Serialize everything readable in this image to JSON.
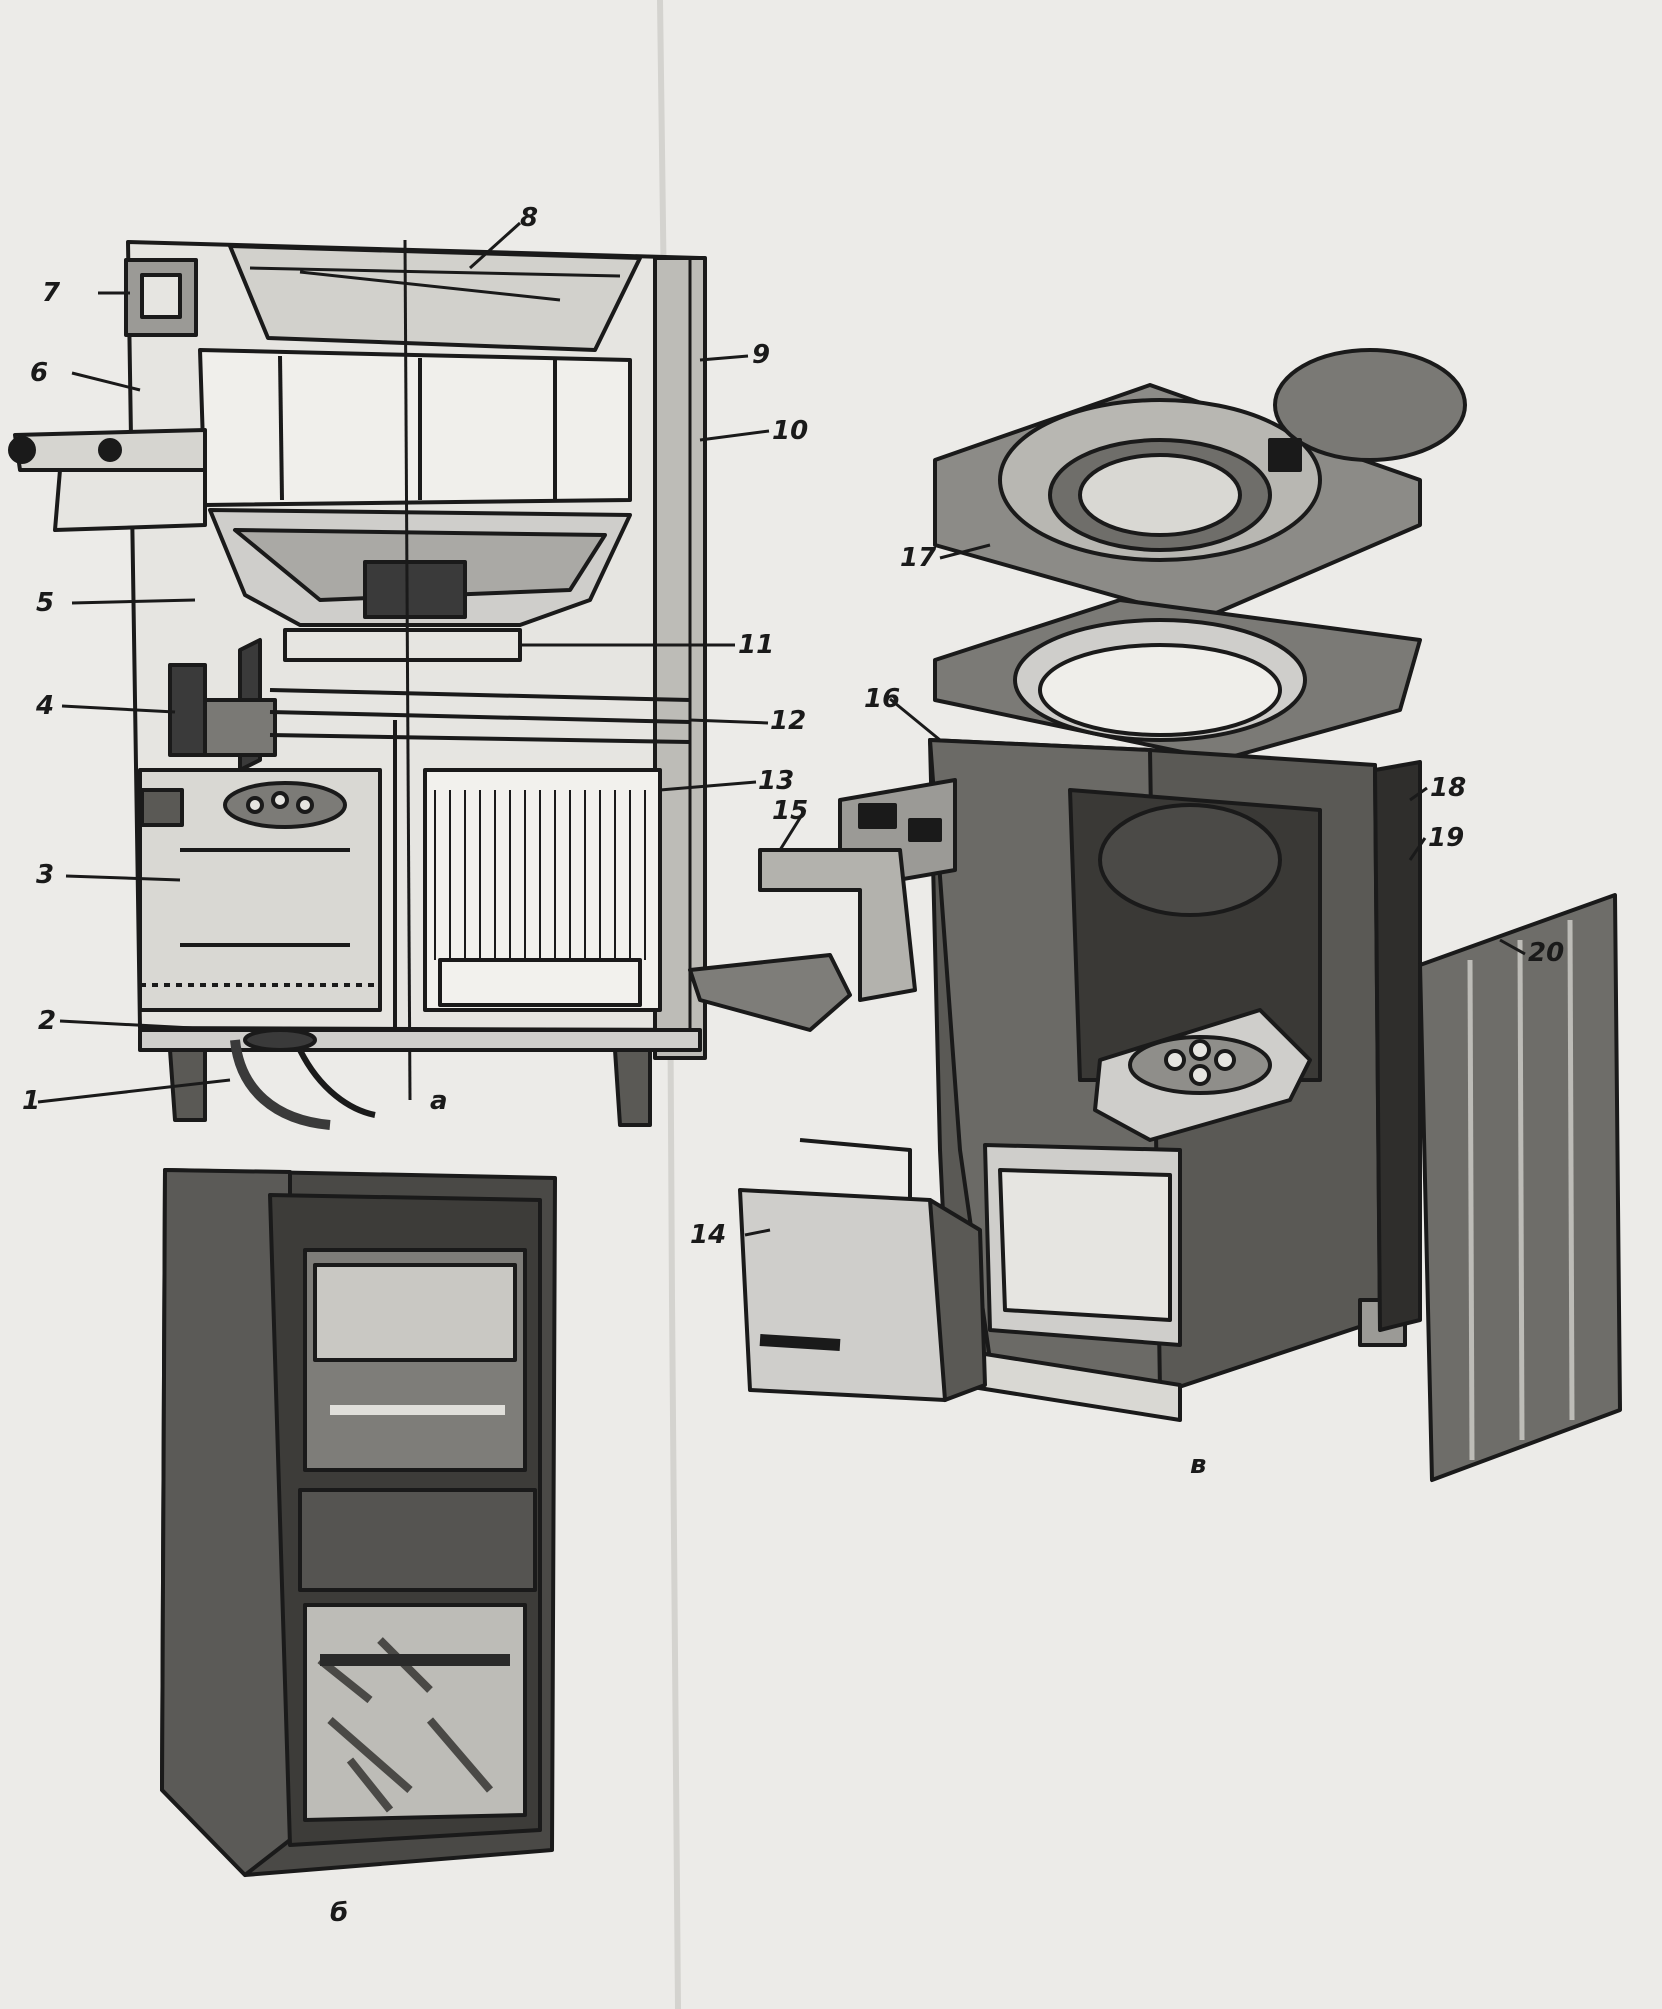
{
  "diagram": {
    "part_labels": {
      "n1": "1",
      "n2": "2",
      "n3": "3",
      "n4": "4",
      "n5": "5",
      "n6": "6",
      "n7": "7",
      "n8": "8",
      "n9": "9",
      "n10": "10",
      "n11": "11",
      "n12": "12",
      "n13": "13",
      "n14": "14",
      "n15": "15",
      "n16": "16",
      "n17": "17",
      "n18": "18",
      "n19": "19",
      "n20": "20"
    },
    "figure_labels": {
      "a": "а",
      "b": "б",
      "v": "в"
    }
  }
}
